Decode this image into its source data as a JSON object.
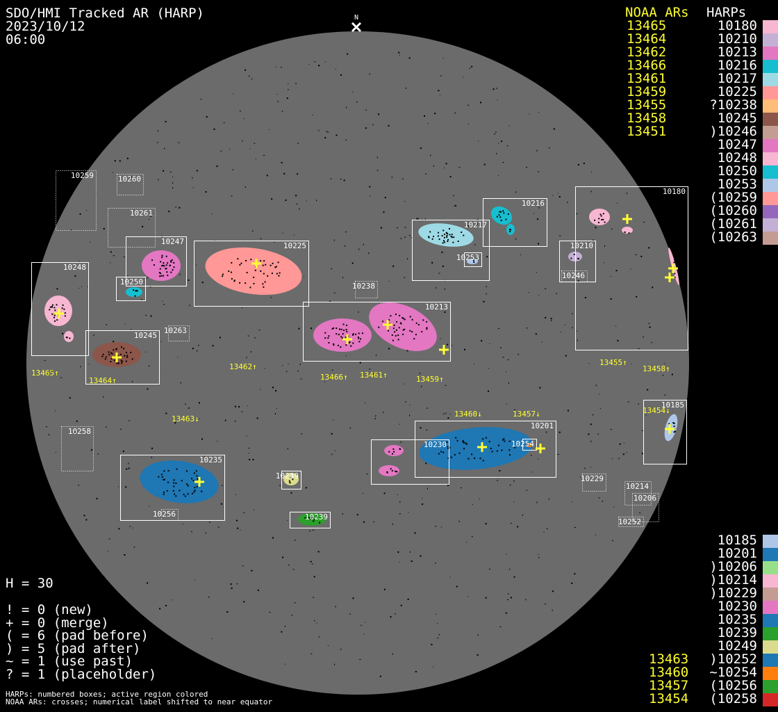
{
  "title": {
    "line1": "SDO/HMI Tracked AR (HARP)",
    "date": "2023/10/12",
    "time": "06:00"
  },
  "north_label": "N",
  "legend_top": {
    "noaa_header": "NOAA ARs",
    "harp_header": "HARPs",
    "noaa": [
      "13465",
      "13464",
      "13462",
      "13466",
      "13461",
      "13459",
      "13455",
      "13458",
      "13451"
    ],
    "harps": [
      {
        "label": "10180",
        "color": "#f7b6d2"
      },
      {
        "label": "10210",
        "color": "#c5b0d5"
      },
      {
        "label": "10213",
        "color": "#e377c2"
      },
      {
        "label": "10216",
        "color": "#17becf"
      },
      {
        "label": "10217",
        "color": "#9edae5"
      },
      {
        "label": "10225",
        "color": "#ff9896"
      },
      {
        "label": "?10238",
        "color": "#ffbb78"
      },
      {
        "label": "10245",
        "color": "#8c564b"
      },
      {
        "label": ")10246",
        "color": "#c49c94"
      },
      {
        "label": "10247",
        "color": "#e377c2"
      },
      {
        "label": "10248",
        "color": "#f7b6d2"
      },
      {
        "label": "10250",
        "color": "#17becf"
      },
      {
        "label": "10253",
        "color": "#aec7e8"
      },
      {
        "label": "(10259",
        "color": "#ff9896"
      },
      {
        "label": "(10260",
        "color": "#9467bd"
      },
      {
        "label": "(10261",
        "color": "#c5b0d5"
      },
      {
        "label": "(10263",
        "color": "#c49c94"
      }
    ]
  },
  "legend_bottom": {
    "noaa": [
      "13463",
      "13460",
      "13457",
      "13454"
    ],
    "harps": [
      {
        "label": "10185",
        "color": "#aec7e8"
      },
      {
        "label": "10201",
        "color": "#1f77b4"
      },
      {
        "label": ")10206",
        "color": "#98df8a"
      },
      {
        "label": ")10214",
        "color": "#f7b6d2"
      },
      {
        "label": ")10229",
        "color": "#c49c94"
      },
      {
        "label": "10230",
        "color": "#e377c2"
      },
      {
        "label": "10235",
        "color": "#1f77b4"
      },
      {
        "label": "10239",
        "color": "#2ca02c"
      },
      {
        "label": "10249",
        "color": "#dbdb8d"
      },
      {
        "label": ")10252",
        "color": "#1f77b4"
      },
      {
        "label": "~10254",
        "color": "#ff7f0e"
      },
      {
        "label": "(10256",
        "color": "#2ca02c"
      },
      {
        "label": "(10258",
        "color": "#d62728"
      }
    ]
  },
  "stats": {
    "h": "H = 30",
    "lines": [
      "! = 0 (new)",
      "+ = 0 (merge)",
      "( = 6 (pad before)",
      ") = 5 (pad after)",
      "~ = 1 (use past)",
      "? = 1 (placeholder)"
    ]
  },
  "footnote": {
    "line1": "HARPs: numbered boxes; active region colored",
    "line2": "NOAA ARs: crosses; numerical label shifted to near equator"
  },
  "disk_boxes": [
    "10259",
    "10260",
    "10261",
    "10247",
    "10248",
    "10250",
    "10225",
    "10238",
    "10263",
    "10245",
    "10213",
    "10217",
    "10253",
    "10216",
    "10210",
    "10246",
    "10180",
    "10185",
    "10201",
    "10230",
    "10254",
    "10258",
    "10235",
    "10256",
    "10249",
    "10239",
    "10229",
    "10214",
    "10206",
    "10252"
  ],
  "noaa_labels": [
    "13465↑",
    "13464↑",
    "13462↑",
    "13466↑",
    "13461↑",
    "13459↑",
    "13455↑",
    "13458↑",
    "13463↓",
    "13460↓",
    "13457↓",
    "13454↓"
  ],
  "colors": {
    "disk": "#6b6b6b",
    "cross": "#ffff33",
    "box": "#ffffff"
  }
}
